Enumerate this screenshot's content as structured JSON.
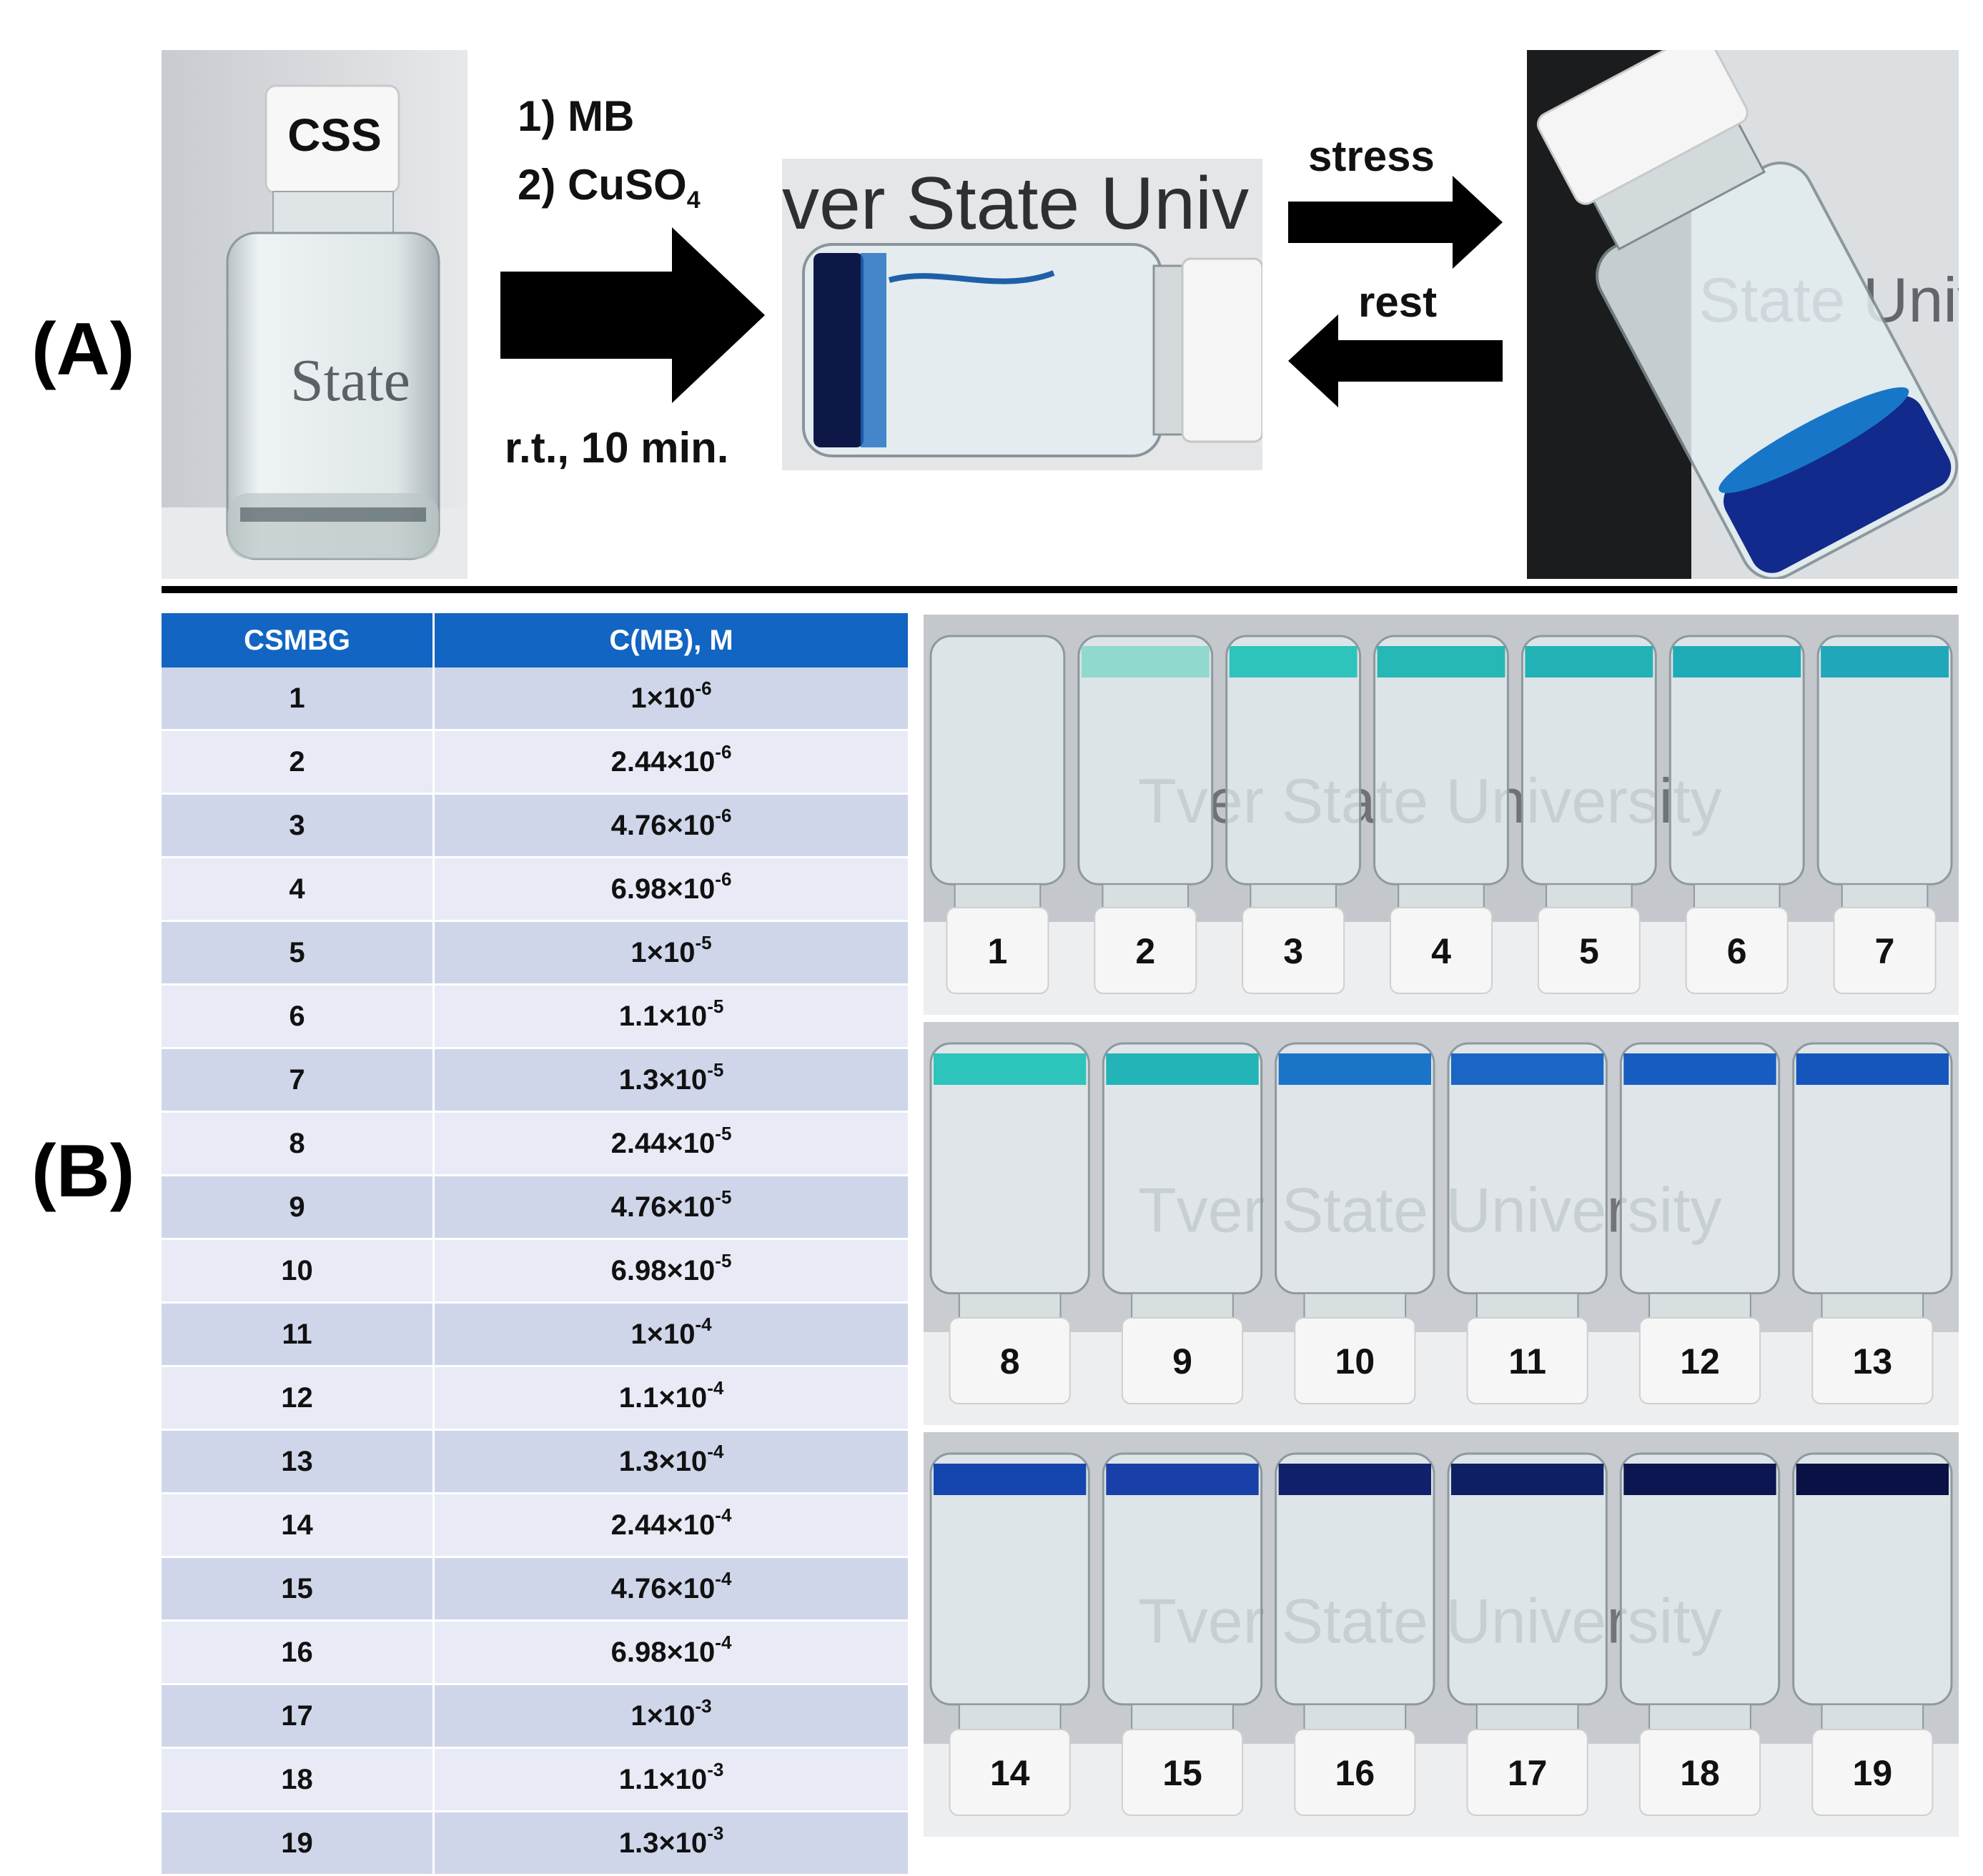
{
  "panel_a": {
    "label": "(A)",
    "vial_cap_label": "CSS",
    "step1": "1) MB",
    "step2_prefix": "2) CuSO",
    "step2_sub": "4",
    "condition": "r.t., 10 min.",
    "forward_label": "stress",
    "reverse_label": "rest",
    "photo_text_left": "State",
    "photo_text_mid": "ver State Univ",
    "photo_text_right": "State Unive"
  },
  "panel_b": {
    "label": "(B)",
    "table": {
      "headers": [
        "CSMBG",
        "C(MB), M"
      ],
      "rows": [
        {
          "id": "1",
          "mant": "1×10",
          "exp": "-6"
        },
        {
          "id": "2",
          "mant": "2.44×10",
          "exp": "-6"
        },
        {
          "id": "3",
          "mant": "4.76×10",
          "exp": "-6"
        },
        {
          "id": "4",
          "mant": "6.98×10",
          "exp": "-6"
        },
        {
          "id": "5",
          "mant": "1×10",
          "exp": "-5"
        },
        {
          "id": "6",
          "mant": "1.1×10",
          "exp": "-5"
        },
        {
          "id": "7",
          "mant": "1.3×10",
          "exp": "-5"
        },
        {
          "id": "8",
          "mant": "2.44×10",
          "exp": "-5"
        },
        {
          "id": "9",
          "mant": "4.76×10",
          "exp": "-5"
        },
        {
          "id": "10",
          "mant": "6.98×10",
          "exp": "-5"
        },
        {
          "id": "11",
          "mant": "1×10",
          "exp": "-4"
        },
        {
          "id": "12",
          "mant": "1.1×10",
          "exp": "-4"
        },
        {
          "id": "13",
          "mant": "1.3×10",
          "exp": "-4"
        },
        {
          "id": "14",
          "mant": "2.44×10",
          "exp": "-4"
        },
        {
          "id": "15",
          "mant": "4.76×10",
          "exp": "-4"
        },
        {
          "id": "16",
          "mant": "6.98×10",
          "exp": "-4"
        },
        {
          "id": "17",
          "mant": "1×10",
          "exp": "-3"
        },
        {
          "id": "18",
          "mant": "1.1×10",
          "exp": "-3"
        },
        {
          "id": "19",
          "mant": "1.3×10",
          "exp": "-3"
        }
      ]
    },
    "strip1_numbers": [
      "1",
      "2",
      "3",
      "4",
      "5",
      "6",
      "7"
    ],
    "strip2_numbers": [
      "8",
      "9",
      "10",
      "11",
      "12",
      "13"
    ],
    "strip3_numbers": [
      "14",
      "15",
      "16",
      "17",
      "18",
      "19"
    ],
    "strip1_text": "Tver State University",
    "strip2_text": "Tver State University",
    "strip3_text": "Tver State University"
  },
  "colors": {
    "header_blue": "#1265c2",
    "row_dark": "#cfd6ea",
    "row_light": "#e8ebf5",
    "gel_cyan": "#2ec4bb",
    "gel_blue": "#1a5fc4",
    "gel_dark": "#0e1a6b"
  }
}
